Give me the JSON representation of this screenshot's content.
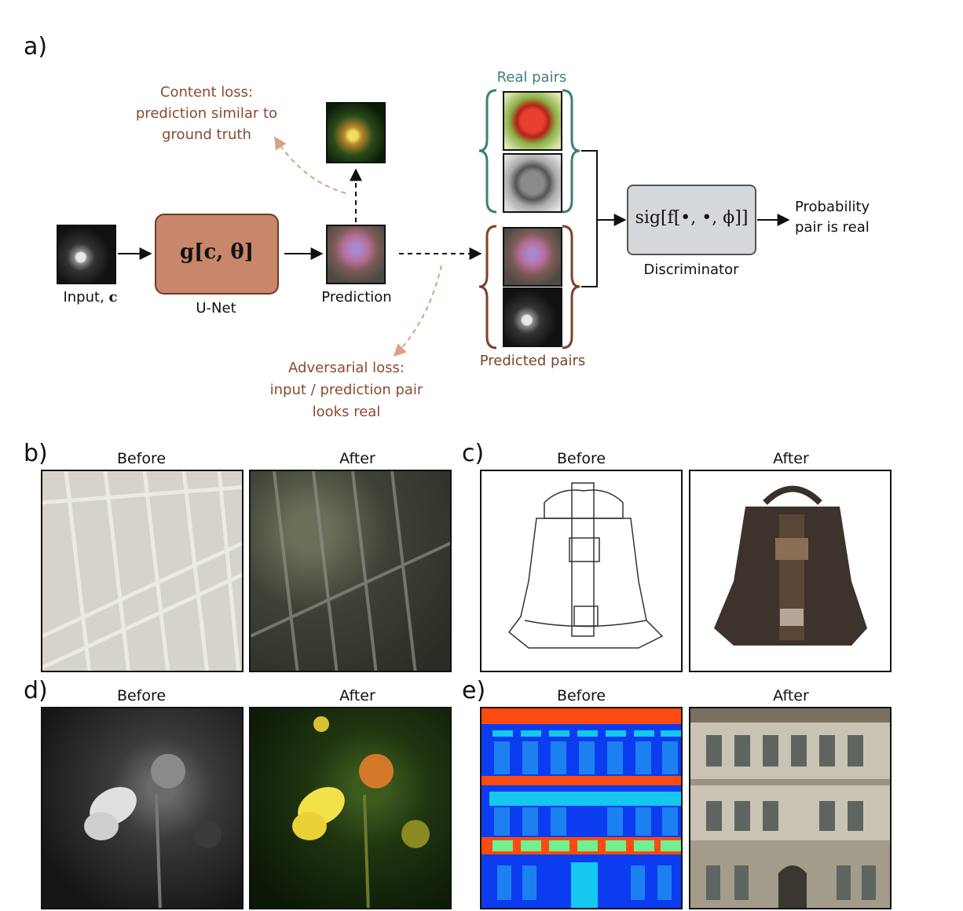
{
  "panel_a": {
    "letter": "a)",
    "input_label_text": "Input,",
    "input_label_math": "c",
    "unet_formula": "g[c, θ]",
    "unet_label": "U-Net",
    "prediction_label": "Prediction",
    "content_loss": [
      "Content loss:",
      "prediction similar to",
      "ground truth"
    ],
    "real_pairs": "Real pairs",
    "predicted_pairs": "Predicted pairs",
    "discriminator_formula": "sig[f[•, •, ϕ]]",
    "discriminator_label": "Discriminator",
    "output_label": [
      "Probability",
      "pair is real"
    ],
    "adversarial_loss": [
      "Adversarial loss:",
      "input / prediction pair",
      "looks real"
    ],
    "colors": {
      "unet_fill": "#c8876a",
      "discriminator_fill": "#d6d9dc",
      "loss_text": "#8a4a2f",
      "real_brace": "#3f7f74",
      "predicted_brace": "#7a4428",
      "dashed_loss_arrow": "#d9a084"
    }
  },
  "panel_b": {
    "letter": "b)",
    "before": "Before",
    "after": "After"
  },
  "panel_c": {
    "letter": "c)",
    "before": "Before",
    "after": "After"
  },
  "panel_d": {
    "letter": "d)",
    "before": "Before",
    "after": "After"
  },
  "panel_e": {
    "letter": "e)",
    "before": "Before",
    "after": "After"
  }
}
